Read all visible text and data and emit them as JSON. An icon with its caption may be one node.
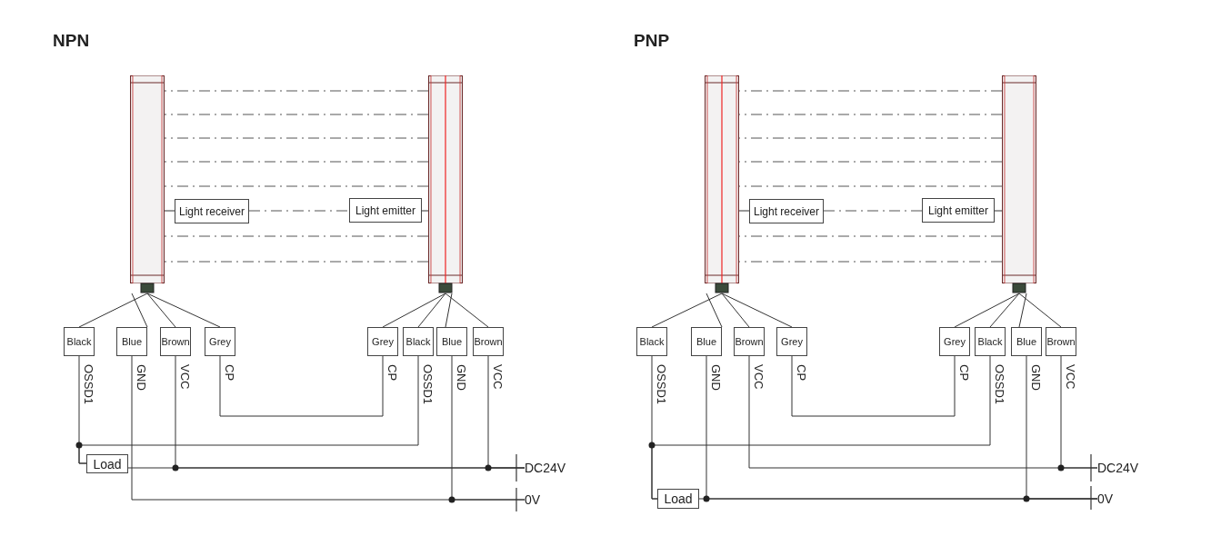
{
  "diagram": {
    "nodes": [
      {
        "text": [],
        "shape": "bar"
      },
      {
        "text": [],
        "shape": "bar"
      },
      {
        "text": [
          "Light receiver"
        ]
      },
      {
        "text": [
          "Light emitter"
        ]
      },
      {
        "text": [
          "Black"
        ],
        "beside": [
          "OSSD1"
        ]
      },
      {
        "text": [
          "Blue"
        ],
        "beside": [
          "GND"
        ]
      },
      {
        "text": [
          "Brown"
        ],
        "beside": [
          "VCC"
        ]
      },
      {
        "text": [
          "Grey"
        ],
        "beside": [
          "CP"
        ]
      },
      {
        "text": [
          "Grey"
        ],
        "beside": [
          "CP"
        ]
      },
      {
        "text": [
          "Black"
        ],
        "beside": [
          "OSSD1"
        ]
      },
      {
        "text": [
          "Blue"
        ],
        "beside": [
          "GND"
        ]
      },
      {
        "text": [
          "Brown"
        ],
        "beside": [
          "VCC"
        ]
      },
      {
        "text": [
          "Load"
        ]
      },
      {
        "text": [
          "DC24V"
        ]
      },
      {
        "text": [
          "0V"
        ]
      },
      {
        "text": [],
        "shape": "bar"
      },
      {
        "text": [],
        "shape": "bar"
      },
      {
        "text": [
          "Light receiver"
        ]
      },
      {
        "text": [
          "Light emitter"
        ]
      },
      {
        "text": [
          "Black"
        ],
        "beside": [
          "OSSD1"
        ]
      },
      {
        "text": [
          "Blue"
        ],
        "beside": [
          "GND"
        ]
      },
      {
        "text": [
          "Brown"
        ],
        "beside": [
          "VCC"
        ]
      },
      {
        "text": [
          "Grey"
        ],
        "beside": [
          "CP"
        ]
      },
      {
        "text": [
          "Grey"
        ],
        "beside": [
          "CP"
        ]
      },
      {
        "text": [
          "Black"
        ],
        "beside": [
          "OSSD1"
        ]
      },
      {
        "text": [
          "Blue"
        ],
        "beside": [
          "GND"
        ]
      },
      {
        "text": [
          "Brown"
        ],
        "beside": [
          "VCC"
        ]
      },
      {
        "text": [
          "Load"
        ]
      },
      {
        "text": [
          "DC24V"
        ]
      },
      {
        "text": [
          "0V"
        ]
      }
    ],
    "edges": [
      {
        "from": 2,
        "to": 0,
        "arrow": "none"
      },
      {
        "from": 3,
        "to": 1,
        "arrow": "none"
      },
      {
        "from": 2,
        "to": 3,
        "arrow": "none",
        "style": "dashed"
      },
      {
        "from": 1,
        "to": 0,
        "arrow": "none",
        "style": "dashed"
      },
      {
        "from": 1,
        "to": 0,
        "arrow": "none",
        "style": "dashed"
      },
      {
        "from": 1,
        "to": 0,
        "arrow": "none",
        "style": "dashed"
      },
      {
        "from": 1,
        "to": 0,
        "arrow": "none",
        "style": "dashed"
      },
      {
        "from": 1,
        "to": 0,
        "arrow": "none",
        "style": "dashed"
      },
      {
        "from": 1,
        "to": 0,
        "arrow": "none",
        "style": "dashed"
      },
      {
        "from": 1,
        "to": 0,
        "arrow": "none",
        "style": "dashed"
      },
      {
        "from": 0,
        "to": 4,
        "arrow": "none"
      },
      {
        "from": 0,
        "to": 5,
        "arrow": "none"
      },
      {
        "from": 0,
        "to": 6,
        "arrow": "none"
      },
      {
        "from": 0,
        "to": 7,
        "arrow": "none"
      },
      {
        "from": 1,
        "to": 8,
        "arrow": "none"
      },
      {
        "from": 1,
        "to": 9,
        "arrow": "none"
      },
      {
        "from": 1,
        "to": 10,
        "arrow": "none"
      },
      {
        "from": 1,
        "to": 11,
        "arrow": "none"
      },
      {
        "from": 7,
        "to": 8,
        "arrow": "none"
      },
      {
        "from": 4,
        "to": 12,
        "arrow": "none"
      },
      {
        "from": 9,
        "to": 12,
        "arrow": "none"
      },
      {
        "from": 12,
        "to": 13,
        "arrow": "none"
      },
      {
        "from": 6,
        "to": 13,
        "arrow": "none"
      },
      {
        "from": 11,
        "to": 13,
        "arrow": "none"
      },
      {
        "from": 5,
        "to": 14,
        "arrow": "none"
      },
      {
        "from": 10,
        "to": 14,
        "arrow": "none"
      },
      {
        "from": 17,
        "to": 15,
        "arrow": "none"
      },
      {
        "from": 18,
        "to": 16,
        "arrow": "none"
      },
      {
        "from": 17,
        "to": 18,
        "arrow": "none",
        "style": "dashed"
      },
      {
        "from": 16,
        "to": 15,
        "arrow": "none",
        "style": "dashed"
      },
      {
        "from": 16,
        "to": 15,
        "arrow": "none",
        "style": "dashed"
      },
      {
        "from": 16,
        "to": 15,
        "arrow": "none",
        "style": "dashed"
      },
      {
        "from": 16,
        "to": 15,
        "arrow": "none",
        "style": "dashed"
      },
      {
        "from": 16,
        "to": 15,
        "arrow": "none",
        "style": "dashed"
      },
      {
        "from": 16,
        "to": 15,
        "arrow": "none",
        "style": "dashed"
      },
      {
        "from": 16,
        "to": 15,
        "arrow": "none",
        "style": "dashed"
      },
      {
        "from": 15,
        "to": 19,
        "arrow": "none"
      },
      {
        "from": 15,
        "to": 20,
        "arrow": "none"
      },
      {
        "from": 15,
        "to": 21,
        "arrow": "none"
      },
      {
        "from": 15,
        "to": 22,
        "arrow": "none"
      },
      {
        "from": 16,
        "to": 23,
        "arrow": "none"
      },
      {
        "from": 16,
        "to": 24,
        "arrow": "none"
      },
      {
        "from": 16,
        "to": 25,
        "arrow": "none"
      },
      {
        "from": 16,
        "to": 26,
        "arrow": "none"
      },
      {
        "from": 22,
        "to": 23,
        "arrow": "none"
      },
      {
        "from": 19,
        "to": 27,
        "arrow": "none"
      },
      {
        "from": 24,
        "to": 27,
        "arrow": "none"
      },
      {
        "from": 27,
        "to": 29,
        "arrow": "none"
      },
      {
        "from": 20,
        "to": 29,
        "arrow": "none"
      },
      {
        "from": 25,
        "to": 29,
        "arrow": "none"
      },
      {
        "from": 21,
        "to": 28,
        "arrow": "none"
      },
      {
        "from": 26,
        "to": 28,
        "arrow": "none"
      }
    ],
    "labels": [
      "NPN",
      "PNP"
    ]
  }
}
